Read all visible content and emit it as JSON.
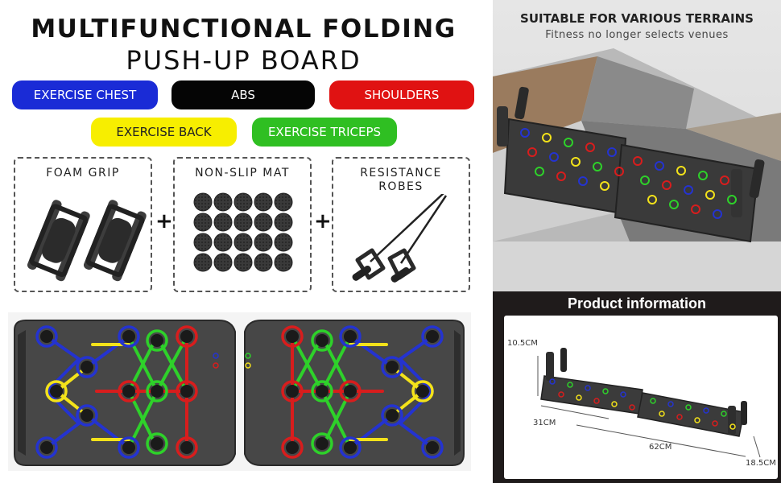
{
  "header": {
    "title": "MULTIFUNCTIONAL FOLDING",
    "subtitle": "PUSH-UP BOARD"
  },
  "categories": [
    {
      "label": "EXERCISE CHEST",
      "color": "#1a2bd6",
      "text_color": "#ffffff"
    },
    {
      "label": "ABS",
      "color": "#050505",
      "text_color": "#ffffff"
    },
    {
      "label": "SHOULDERS",
      "color": "#e01212",
      "text_color": "#ffffff"
    },
    {
      "label": "EXERCISE BACK",
      "color": "#f7ee00",
      "text_color": "#222222"
    },
    {
      "label": "EXERCISE TRICEPS",
      "color": "#2fbf22",
      "text_color": "#ffffff"
    }
  ],
  "accessories": [
    {
      "label": "FOAM GRIP",
      "icon": "foam-grip-icon"
    },
    {
      "label": "NON-SLIP MAT",
      "icon": "non-slip-mat-icon"
    },
    {
      "label_line1": "RESISTANCE",
      "label_line2": "ROBES",
      "icon": "resistance-band-icon"
    }
  ],
  "plus_symbol": "+",
  "terrain_panel": {
    "title": "SUITABLE FOR VARIOUS TERRAINS",
    "subtitle": "Fitness no longer selects venues"
  },
  "product_info": {
    "title": "Product information",
    "dimensions": {
      "height": "10.5CM",
      "width": "31CM",
      "length": "62CM",
      "depth": "18.5CM"
    }
  },
  "colors": {
    "board": "#454545",
    "blue": "#2433d0",
    "red": "#d81d1d",
    "green": "#2ed12a",
    "yellow": "#f3e21a"
  }
}
